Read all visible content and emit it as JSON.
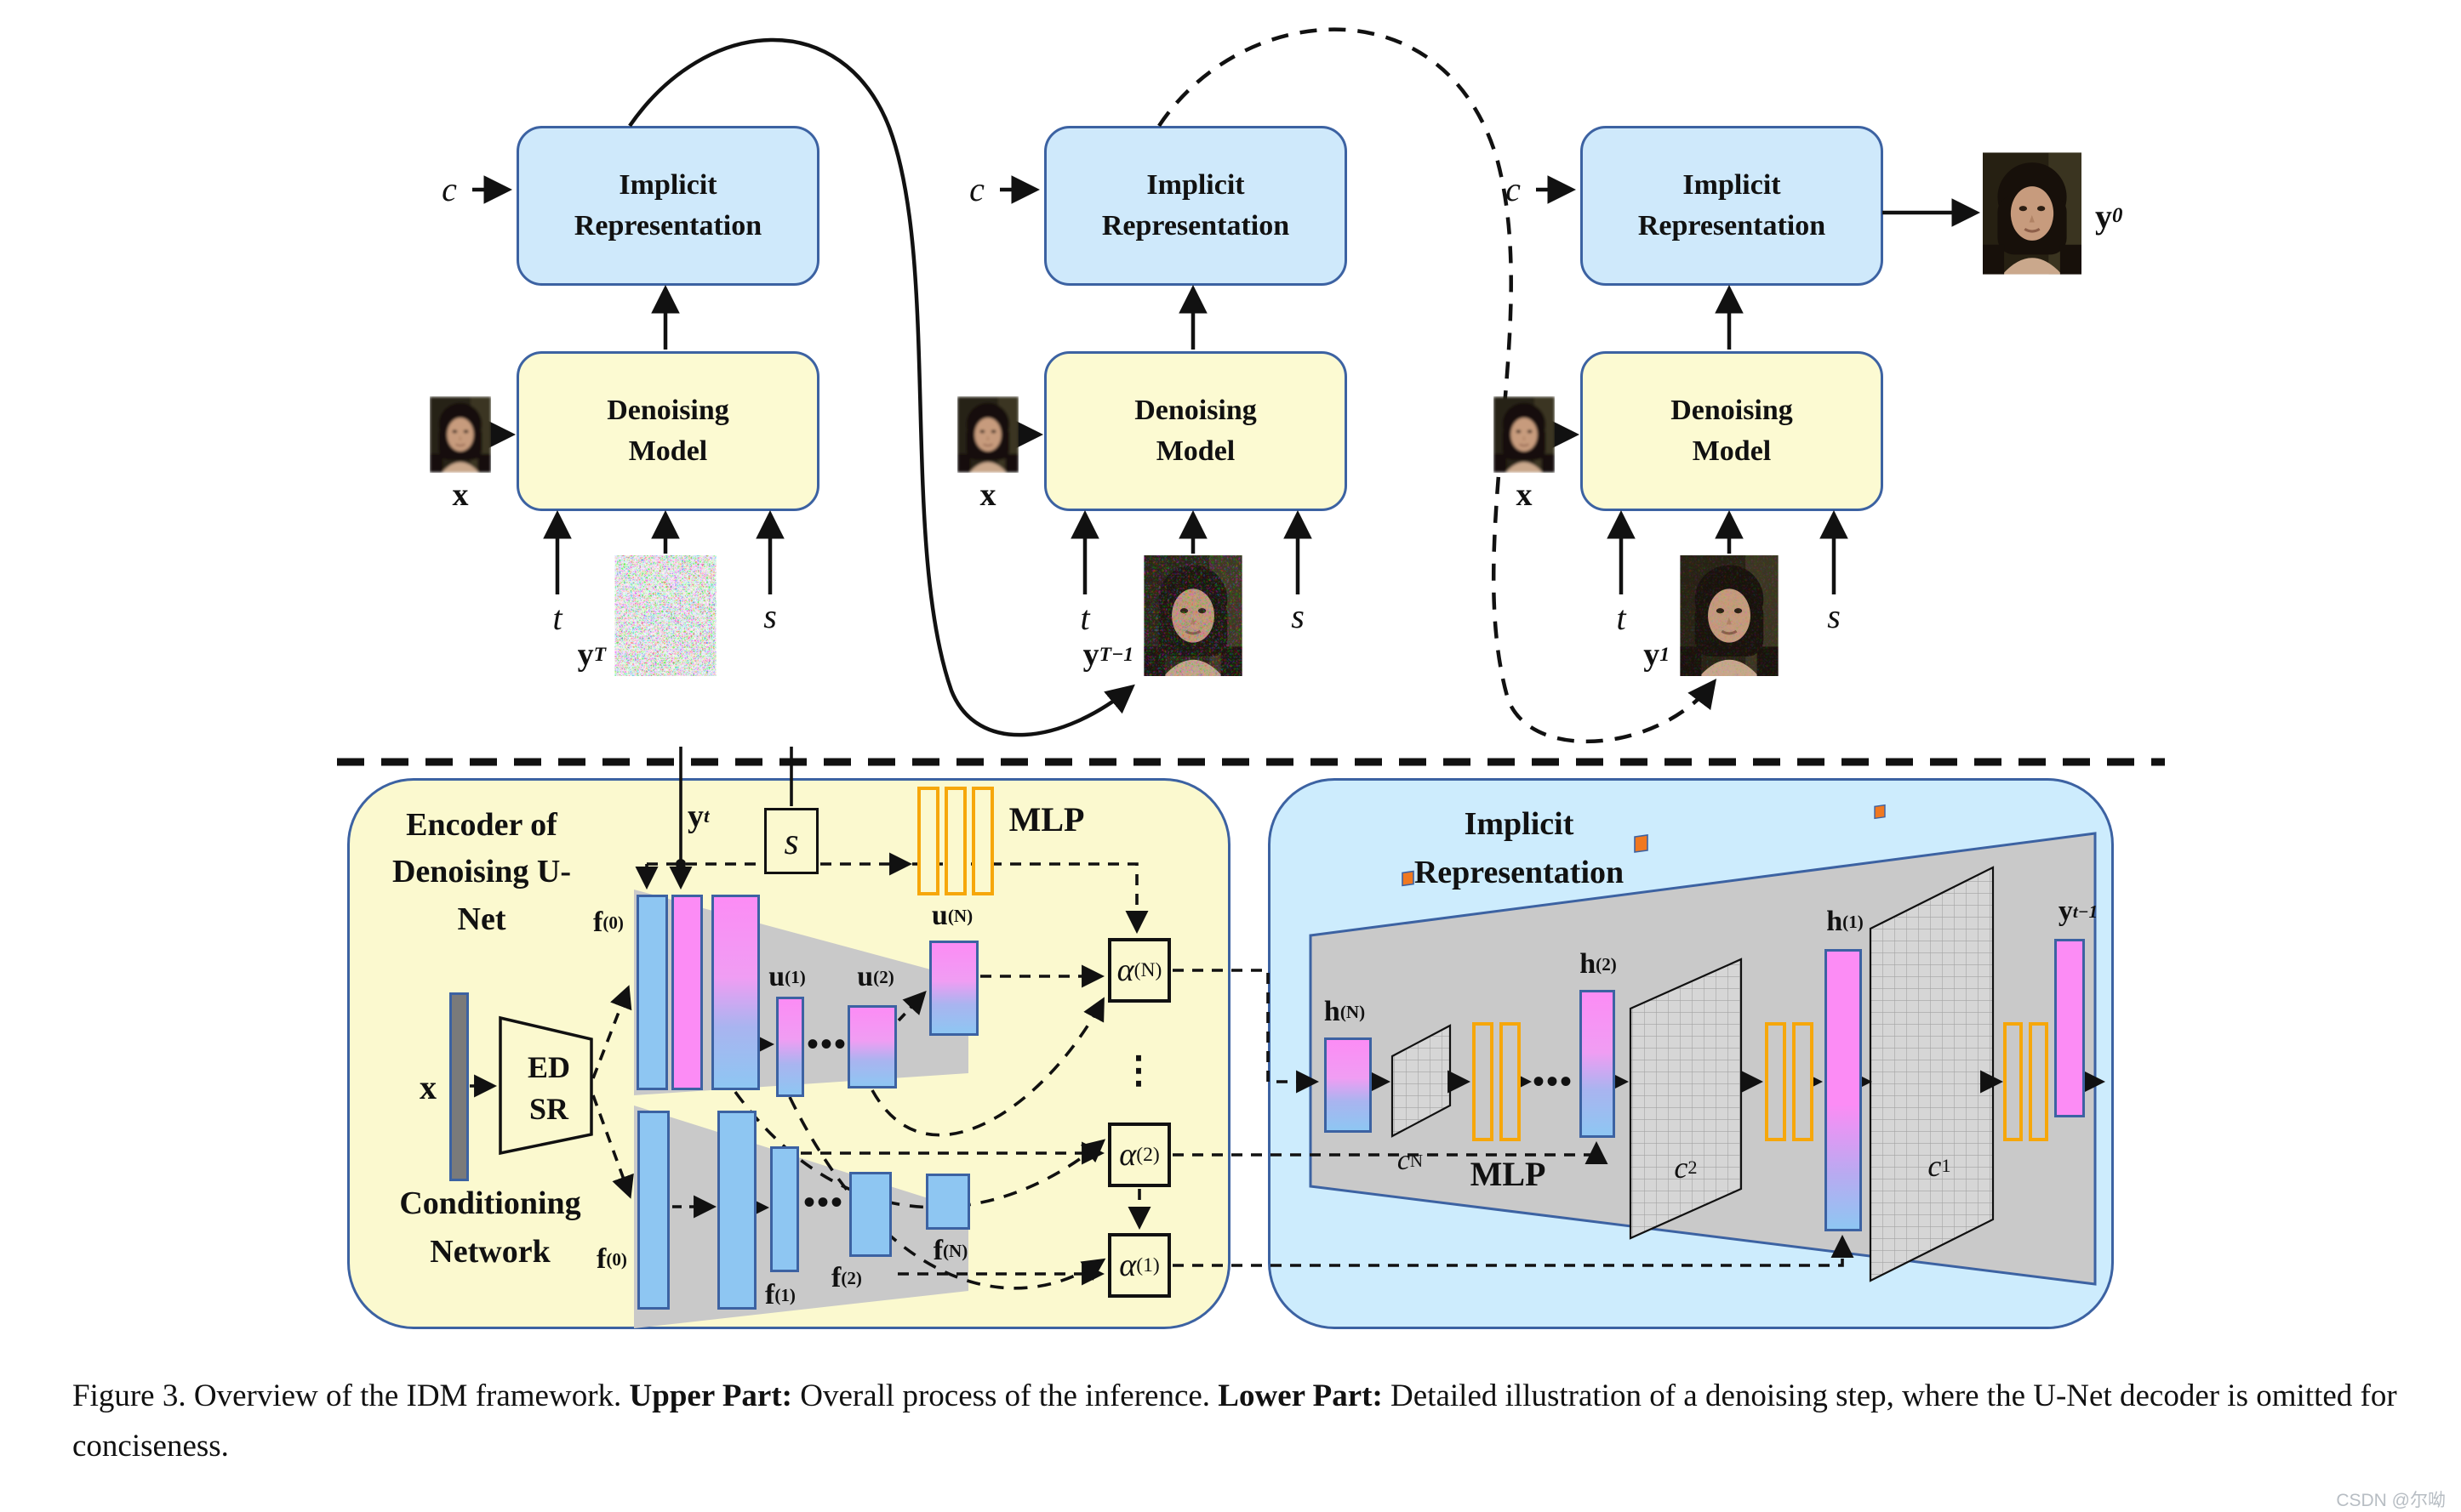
{
  "colors": {
    "accent_stroke": "#3c62a2",
    "box_blue": "#cfe9fb",
    "box_yellow": "#fcfad2",
    "container_yellow": "#fbf9cf",
    "container_blue": "#cdecfd",
    "trapezoid_gray": "#c9c9c9",
    "bar_blue": "#8ec6f2",
    "bar_pink": "#fc8cf5",
    "mlp_orange": "#f6a70b",
    "pixel_orange": "#f07820",
    "line_black": "#111111"
  },
  "upper": {
    "units": [
      {
        "c_label": "c",
        "implicit_label": "Implicit Representation",
        "denoising_label": "Denoising Model",
        "x_label": "x",
        "t_label": "t",
        "s_label": "s",
        "img_label_base": "y",
        "img_label_sub": "T"
      },
      {
        "c_label": "c",
        "implicit_label": "Implicit Representation",
        "denoising_label": "Denoising Model",
        "x_label": "x",
        "t_label": "t",
        "s_label": "s",
        "img_label_base": "y",
        "img_label_sub": "T−1"
      },
      {
        "c_label": "c",
        "implicit_label": "Implicit Representation",
        "denoising_label": "Denoising Model",
        "x_label": "x",
        "t_label": "t",
        "s_label": "s",
        "img_label_base": "y",
        "img_label_sub": "1"
      }
    ],
    "output_label_base": "y",
    "output_label_sub": "0"
  },
  "encoder": {
    "title": "Encoder of Denoising U-Net",
    "conditioning_title": "Conditioning Network",
    "edsr_label": "ED SR",
    "x_label": "x",
    "yt_base": "y",
    "yt_sub": "t",
    "s_label": "s",
    "mlp_label": "MLP",
    "f0_top_base": "f",
    "f0_top_sup": "(0)",
    "u1_base": "u",
    "u1_sup": "(1)",
    "u2_base": "u",
    "u2_sup": "(2)",
    "uN_base": "u",
    "uN_sup": "(N)",
    "f0_bot_base": "f",
    "f0_bot_sup": "(0)",
    "f1_base": "f",
    "f1_sup": "(1)",
    "f2_base": "f",
    "f2_sup": "(2)",
    "fN_base": "f",
    "fN_sup": "(N)",
    "alphaN_base": "α",
    "alphaN_sup": "(N)",
    "alpha2_base": "α",
    "alpha2_sup": "(2)",
    "alpha1_base": "α",
    "alpha1_sup": "(1)",
    "dots_h": "•••",
    "dots_v": "⋮"
  },
  "implicit": {
    "title": "Implicit Representation",
    "hN_base": "h",
    "hN_sup": "(N)",
    "h2_base": "h",
    "h2_sup": "(2)",
    "h1_base": "h",
    "h1_sup": "(1)",
    "cN_base": "c",
    "cN_sup": "N",
    "c2_base": "c",
    "c2_sup": "2",
    "c1_base": "c",
    "c1_sup": "1",
    "mlp_label": "MLP",
    "yt1_base": "y",
    "yt1_sub": "t−1",
    "dots_h": "•••"
  },
  "caption": {
    "fig": "Figure 3.",
    "intro": " Overview of the IDM framework. ",
    "upper_bold": "Upper Part:",
    "upper_text": " Overall process of the inference. ",
    "lower_bold": "Lower Part:",
    "lower_text": " Detailed illustration of a denoising step, where the U-Net decoder is omitted for conciseness."
  },
  "watermark": "CSDN @尔呦"
}
